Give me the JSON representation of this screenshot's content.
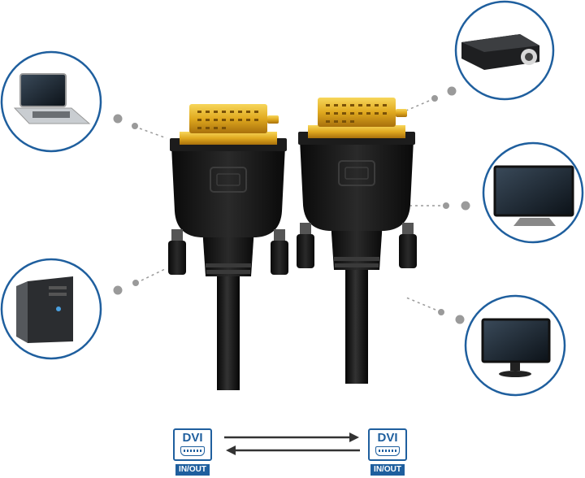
{
  "connection": {
    "left_port": {
      "name": "DVI",
      "label": "IN/OUT"
    },
    "right_port": {
      "name": "DVI",
      "label": "IN/OUT"
    }
  },
  "devices": [
    "laptop-icon",
    "desktop-pc-icon",
    "projector-icon",
    "tv-icon",
    "monitor-icon"
  ],
  "colors": {
    "circle_border": "#1f5f9e",
    "badge": "#1f5f9e",
    "connector_body": "#151515",
    "gold_plate": "#d9a21c",
    "dots": "#9a9a9a",
    "arrow": "#333333"
  }
}
